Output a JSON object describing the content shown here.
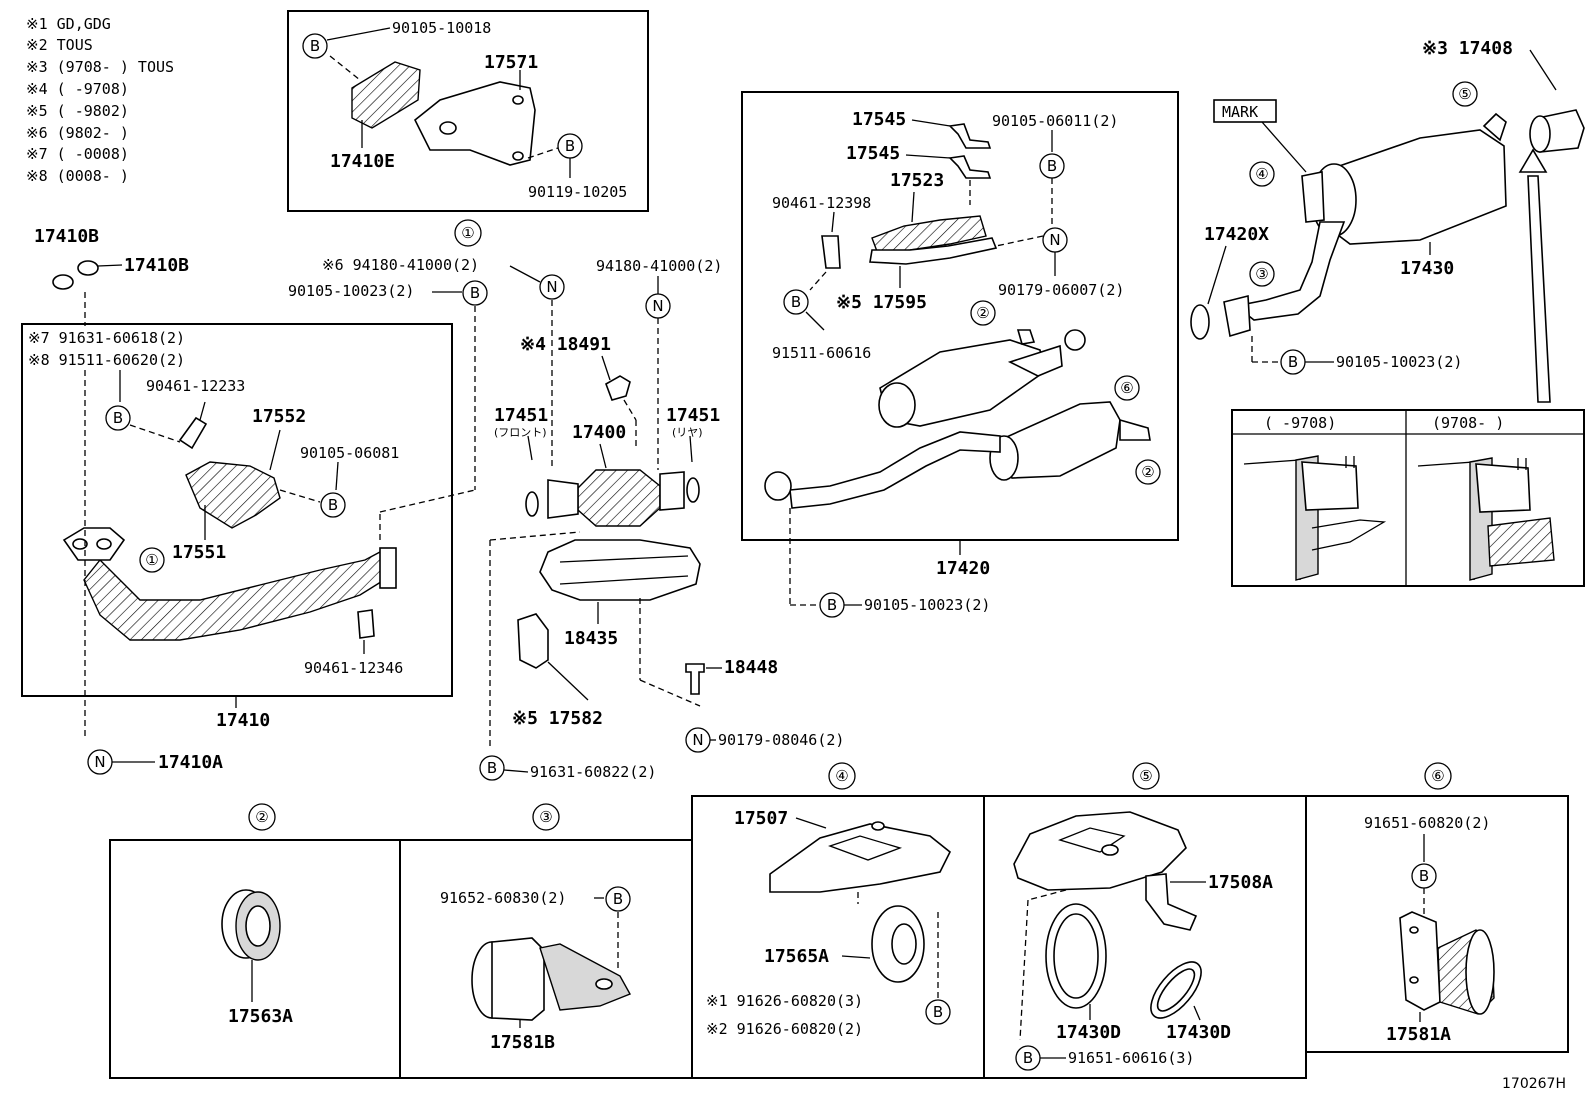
{
  "notes": [
    "※1 GD,GDG",
    "※2 TOUS",
    "※3 (9708-      ) TOUS",
    "※4 (      -9708)",
    "※5 (      -9802)",
    "※6 (9802-      )",
    "※7 (      -0008)",
    "※8 (0008-      )"
  ],
  "parts": {
    "p17410E": "17410E",
    "p17571": "17571",
    "p17410B_a": "17410B",
    "p17410B_b": "17410B",
    "p17552": "17552",
    "p17551": "17551",
    "p17410": "17410",
    "p17410A": "17410A",
    "p18491": "※4 18491",
    "p17451f": "17451",
    "p17451f_sub": "(フロント)",
    "p17451r": "17451",
    "p17451r_sub": "(リヤ)",
    "p17400": "17400",
    "p18435": "18435",
    "p17582": "※5 17582",
    "p18448": "18448",
    "p17545a": "17545",
    "p17545b": "17545",
    "p17523": "17523",
    "p17595": "※5 17595",
    "p17420": "17420",
    "p17408": "※3 17408",
    "p17420X": "17420X",
    "p17430": "17430",
    "p17563A": "17563A",
    "p17581B": "17581B",
    "p17507": "17507",
    "p17565A": "17565A",
    "p17508A": "17508A",
    "p17430D_a": "17430D",
    "p17430D_b": "17430D",
    "p17581A": "17581A"
  },
  "refs": {
    "r90105_10018": "90105-10018",
    "r90119_10205": "90119-10205",
    "r94180_6": "※6 94180-41000(2)",
    "r90105_10023a": "90105-10023(2)",
    "r94180b": "94180-41000(2)",
    "r91631_7": "※7 91631-60618(2)",
    "r91511_8": "※8 91511-60620(2)",
    "r90461_12233": "90461-12233",
    "r90105_06081": "90105-06081",
    "r90461_12346": "90461-12346",
    "r90179_08046": "90179-08046(2)",
    "r91631_60822": "91631-60822(2)",
    "r90105_06011": "90105-06011(2)",
    "r90461_12398": "90461-12398",
    "r90179_06007": "90179-06007(2)",
    "r91511_60616": "91511-60616",
    "r90105_10023b": "90105-10023(2)",
    "r90105_10023c": "90105-10023(2)",
    "r91652_60830": "91652-60830(2)",
    "r91626_1": "※1  91626-60820(3)",
    "r91626_2": "※2  91626-60820(2)",
    "r91651_60616": "91651-60616(3)",
    "r91651_60820": "91651-60820(2)"
  },
  "symbols": {
    "B": "B",
    "N": "N",
    "c1": "①",
    "c2": "②",
    "c3": "③",
    "c4": "④",
    "c5": "⑤",
    "c6": "⑥"
  },
  "labels": {
    "mark": "MARK",
    "inset_left": "(      -9708)",
    "inset_right": "(9708-      )",
    "diagram_code": "170267H"
  }
}
